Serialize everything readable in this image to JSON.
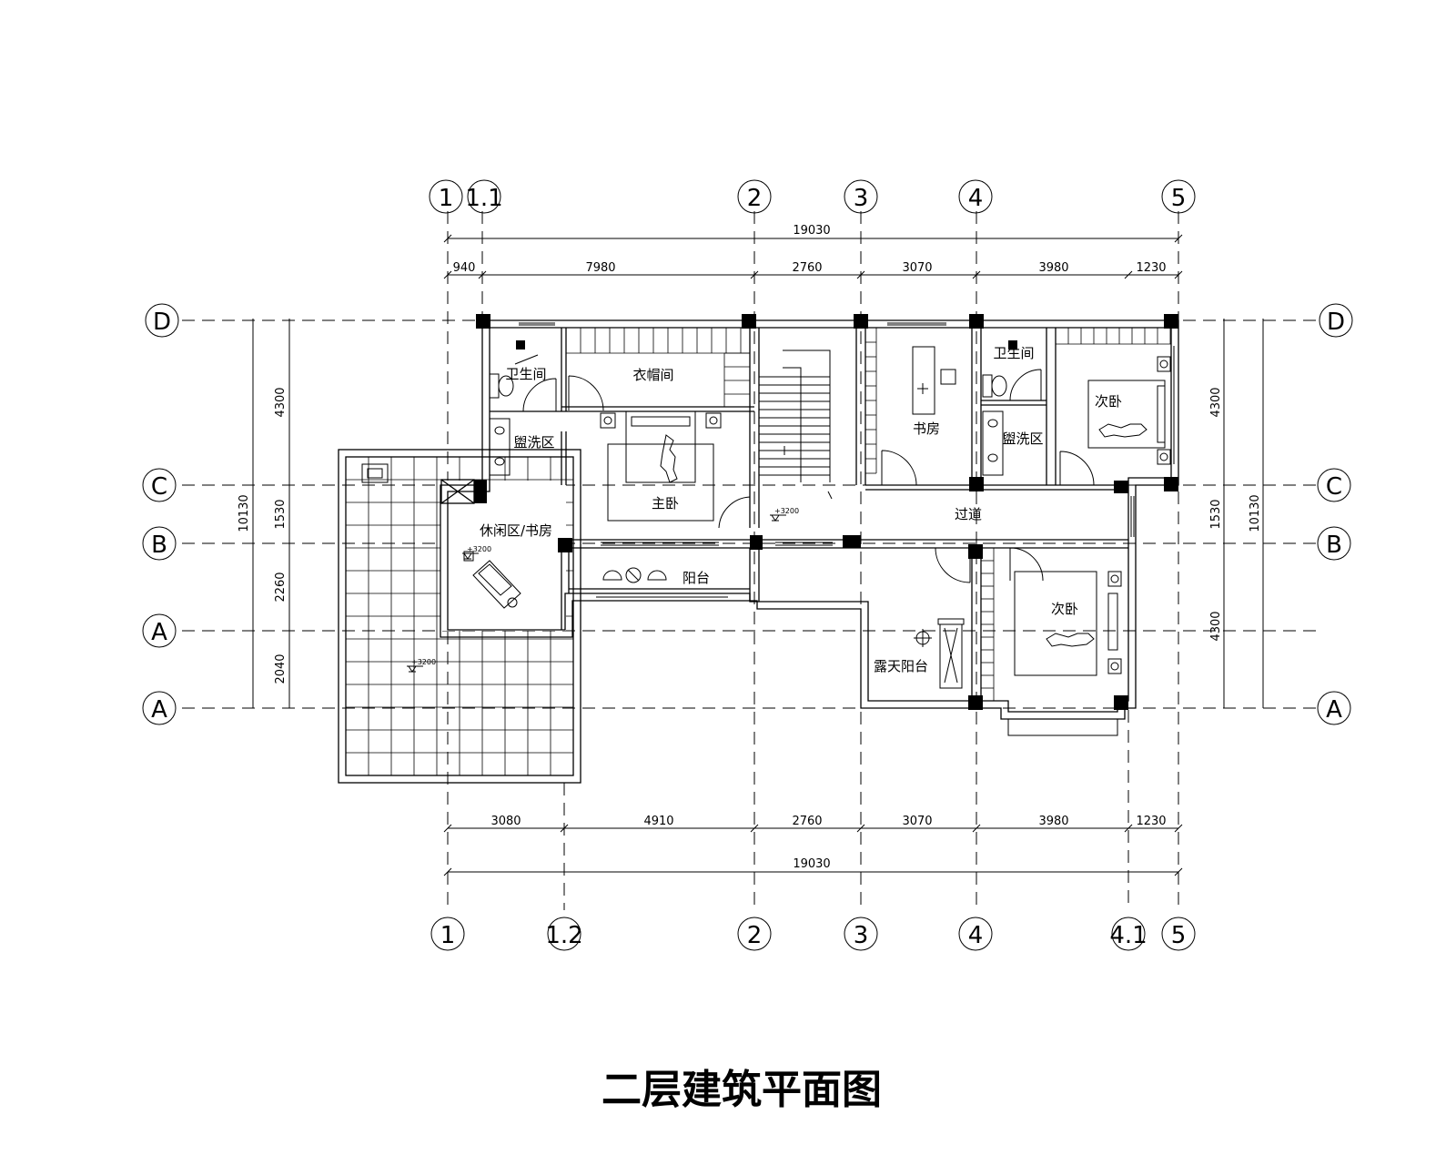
{
  "title": "二层建筑平面图",
  "axes": {
    "top": [
      "1",
      "1.1",
      "2",
      "3",
      "4",
      "5"
    ],
    "bottom": [
      "1",
      "1.2",
      "2",
      "3",
      "4",
      "4.1",
      "5"
    ],
    "left": [
      "D",
      "C",
      "B",
      "A",
      "A"
    ],
    "right": [
      "D",
      "C",
      "B",
      "A"
    ]
  },
  "dimensions": {
    "top_total": "19030",
    "top": [
      "940",
      "7980",
      "2760",
      "3070",
      "3980",
      "1230"
    ],
    "bottom": [
      "3080",
      "4910",
      "2760",
      "3070",
      "3980",
      "1230"
    ],
    "bottom_total": "19030",
    "left_total": "10130",
    "left": [
      "4300",
      "1530",
      "2260",
      "2040"
    ],
    "right_total": "10130",
    "right": [
      "4300",
      "1530",
      "4300"
    ]
  },
  "rooms": {
    "bath_left": "卫生间",
    "wardrobe": "衣帽间",
    "wash_left": "盥洗区",
    "master_bedroom": "主卧",
    "study": "书房",
    "bath_right": "卫生间",
    "wash_right": "盥洗区",
    "bedroom_2_top": "次卧",
    "leisure_study": "休闲区/书房",
    "corridor": "过道",
    "balcony": "阳台",
    "bedroom_2_bottom": "次卧",
    "open_balcony": "露天阳台"
  },
  "levels": {
    "leisure": "+3200",
    "corridor": "+3200",
    "terrace": "+3200"
  }
}
